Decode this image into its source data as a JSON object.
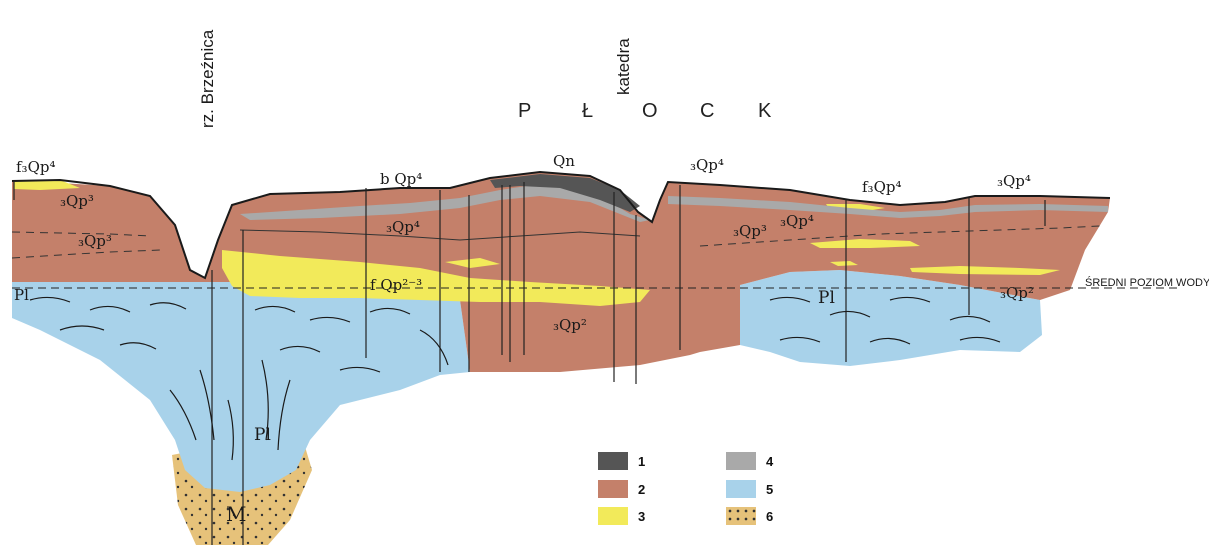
{
  "title_letters": [
    "P",
    "Ł",
    "O",
    "C",
    "K"
  ],
  "place_labels": {
    "river": "rz. Brzeźnica",
    "cathedral": "katedra",
    "water_level": "ŚREDNI POZIOM WODY"
  },
  "unit_labels": {
    "u1": "f₃Qp⁴",
    "u2": "₃Qp³",
    "u3": "₃Qp³",
    "u4": "b Qp⁴",
    "u5": "₃Qp⁴",
    "u6": "Qn",
    "u7": "₃Qp⁴",
    "u8": "₃Qp³",
    "u9": "₃Qp⁴",
    "u10": "f₃Qp⁴",
    "u11": "₃Qp⁴",
    "u12": "f Qp²⁻³",
    "u13": "₃Qp²",
    "u14": "₃Qp²",
    "u15": "Pl",
    "u16": "Pl",
    "u17": "Pl",
    "u18": "M"
  },
  "legend": [
    {
      "num": "1",
      "color": "#555555",
      "name": "dark-grey"
    },
    {
      "num": "2",
      "color": "#c4806a",
      "name": "brown"
    },
    {
      "num": "3",
      "color": "#f2ea5a",
      "name": "yellow"
    },
    {
      "num": "4",
      "color": "#a9a9a9",
      "name": "light-grey"
    },
    {
      "num": "5",
      "color": "#a8d2ea",
      "name": "blue"
    },
    {
      "num": "6",
      "color": "#e6c27a",
      "name": "sand-dotted"
    }
  ],
  "colors": {
    "clay": "#c4806a",
    "sand": "#f2ea5a",
    "grey": "#a9a9a9",
    "dark": "#555555",
    "pliocene": "#a8d2ea",
    "miocene": "#e6c27a"
  }
}
